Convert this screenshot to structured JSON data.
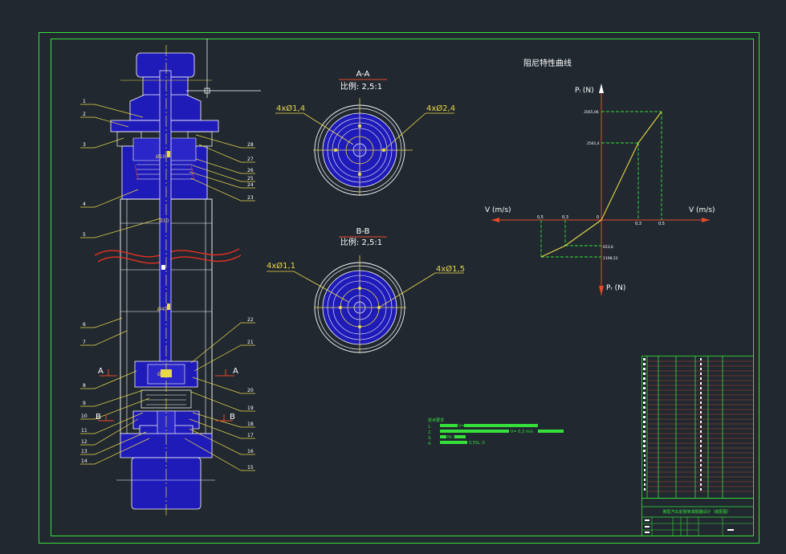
{
  "section_aa": {
    "title": "A-A",
    "scale": "比例: 2,5:1",
    "hole_inner": "4xØ1,4",
    "hole_outer": "4xØ2,4"
  },
  "section_bb": {
    "title": "B-B",
    "scale": "比例: 2,5:1",
    "hole_inner": "4xØ1,1",
    "hole_outer": "4xØ1,5"
  },
  "section_marks": {
    "a": "A",
    "b": "B"
  },
  "part_numbers_left": [
    "1",
    "2",
    "3",
    "4",
    "5",
    "6",
    "7",
    "8",
    "9",
    "10",
    "11",
    "12",
    "13",
    "14"
  ],
  "part_numbers_right": [
    "28",
    "27",
    "26",
    "25",
    "24",
    "23",
    "22",
    "21",
    "20",
    "19",
    "18",
    "17",
    "16",
    "15"
  ],
  "dims": {
    "d1": "Ø10",
    "d2": "Ø30",
    "d3": "Ø40",
    "d4": "Ø8"
  },
  "chart_title": "阻尼特性曲线",
  "axis": {
    "y_pos": "Pᵢ (N)",
    "y_neg": "Pᵣ (N)",
    "x_left": "V (m/s)",
    "x_right": "V (m/s)",
    "origin": "0"
  },
  "chart_data": {
    "type": "line",
    "ticks_x_left": [
      "0,5",
      "0,3"
    ],
    "ticks_x_right": [
      "0,3",
      "0,5"
    ],
    "ticks_y_pos": [
      "3565,06",
      "2561,4"
    ],
    "ticks_y_neg": [
      "653,6",
      "1198,52"
    ],
    "compression": {
      "x": [
        0,
        0.3,
        0.5
      ],
      "y": [
        653.6,
        1198.52
      ]
    },
    "rebound": {
      "x": [
        0,
        0.3,
        0.5
      ],
      "y": [
        0,
        2561.4,
        3565.06
      ]
    }
  },
  "tech_req": {
    "heading": "技术要求",
    "lines": [
      "1.",
      "2.",
      "3.",
      "4."
    ],
    "values": [
      "V= 1,6 m/s",
      "V= 0,3 m/s",
      "Nt-10T",
      "0,55L /1"
    ]
  },
  "title_block": {
    "caption": "微型汽车前悬架减振器设计（装配图）"
  },
  "colors": {
    "background": "#212830",
    "frame": "#36e03a",
    "blue_fill": "#1f1bb8",
    "annotation": "#e8d94a",
    "axis": "#e84a2a",
    "grid": "#b8462c"
  }
}
